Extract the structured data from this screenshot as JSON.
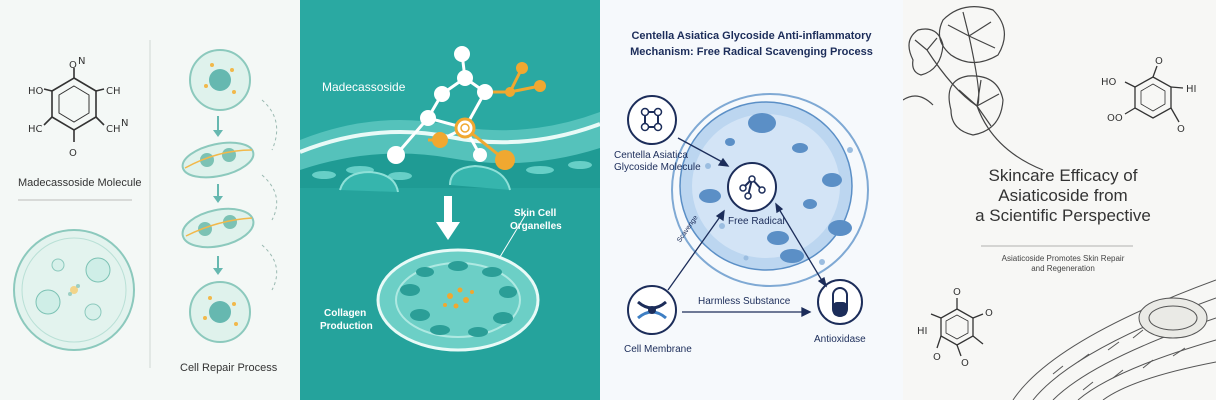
{
  "panel1": {
    "molecule_label": "Madecassoside Molecule",
    "process_label": "Cell Repair Process",
    "atoms": {
      "top": "O",
      "left": "HO",
      "right": "CH",
      "left2": "HC",
      "right2": "CH",
      "right2_sup": "N",
      "bottom": "O"
    }
  },
  "panel2": {
    "molecule_label": "Madecassoside",
    "organelles_label_line1": "Skin Cell",
    "organelles_label_line2": "Organelles",
    "collagen_label_line1": "Collagen",
    "collagen_label_line2": "Production",
    "colors": {
      "background": "#2aa9a2",
      "accent": "#f0a830"
    }
  },
  "panel3": {
    "title_line1": "Centella Asiatica Glycoside Anti-inflammatory",
    "title_line2": "Mechanism: Free Radical Scavenging Process",
    "glycoside_label_line1": "Centella Asiatica",
    "glycoside_label_line2": "Glycoside Molecule",
    "free_radical_label": "Free Radical",
    "scavenge_label": "Scavenge",
    "harmless_label": "Harmless Substance",
    "membrane_label": "Cell Membrane",
    "antioxidase_label": "Antioxidase",
    "colors": {
      "navy": "#1c2d5a",
      "cell": "#bcd6f0"
    }
  },
  "panel4": {
    "title_line1": "Skincare Efficacy of",
    "title_line2": "Asiaticoside from",
    "title_line3": "a Scientific Perspective",
    "subtitle_line1": "Asiaticoside Promotes Skin Repair",
    "subtitle_line2": "and Regeneration",
    "atoms_top": {
      "ho": "HO",
      "o_top": "O",
      "hi": "HI",
      "oo": "OO",
      "o_bottom": "O"
    },
    "atoms_bottom": {
      "o_top": "O",
      "hi": "HI",
      "o_left": "O",
      "o_right": "O",
      "o_bottom": "O"
    }
  }
}
